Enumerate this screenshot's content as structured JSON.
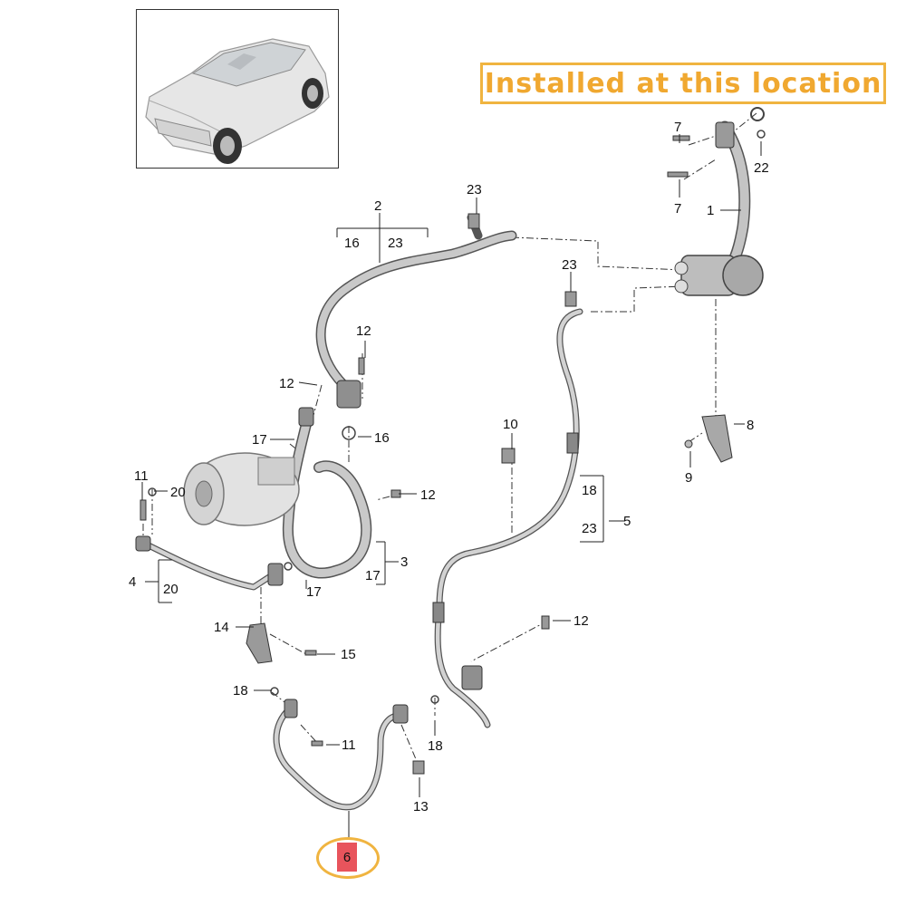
{
  "banner": {
    "text": "Installed at this location",
    "color": "#f0a830"
  },
  "highlight": {
    "label": "6",
    "badge_color": "#e8545c",
    "ring_color": "#f0b440"
  },
  "callouts": {
    "c1": "1",
    "c2": "2",
    "c2a": "16",
    "c2b": "23",
    "c3": "3",
    "c3a": "17",
    "c4": "4",
    "c4a": "20",
    "c5": "5",
    "c5a": "18",
    "c5b": "23",
    "c7a": "7",
    "c7b": "7",
    "c8": "8",
    "c9": "9",
    "c10": "10",
    "c11a": "11",
    "c11b": "11",
    "c12a": "12",
    "c12b": "12",
    "c12c": "12",
    "c12d": "12",
    "c13": "13",
    "c14": "14",
    "c15": "15",
    "c16": "16",
    "c17a": "17",
    "c17b": "17",
    "c18a": "18",
    "c18b": "18",
    "c20": "20",
    "c22": "22",
    "c23a": "23",
    "c23b": "23"
  }
}
